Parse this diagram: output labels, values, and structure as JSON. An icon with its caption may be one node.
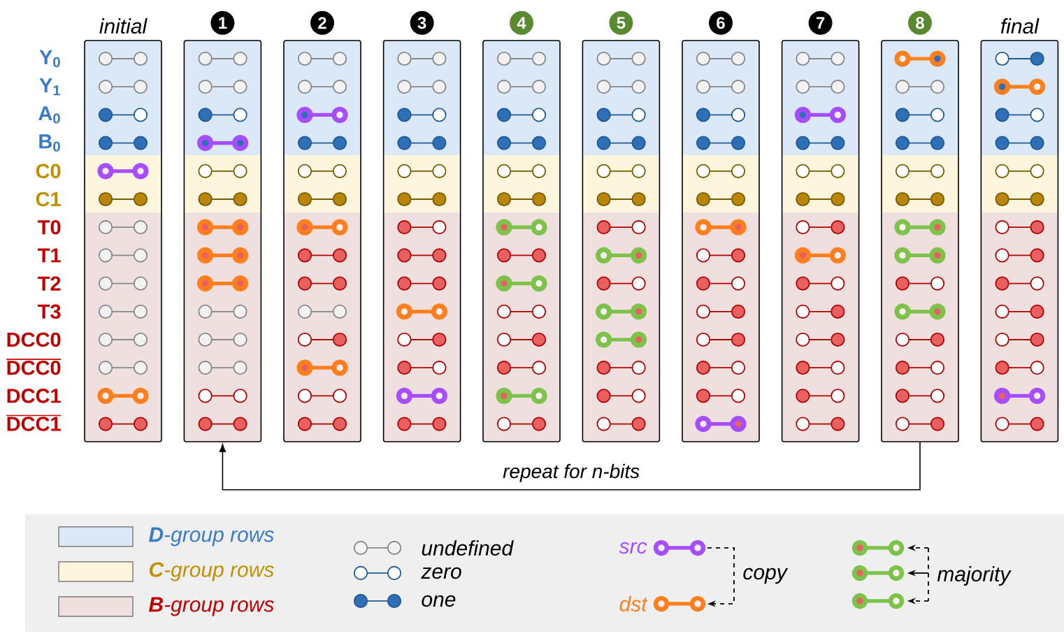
{
  "diagram": {
    "nodes": [
      {
        "text": [
          "initial"
        ]
      },
      {
        "text": [
          "1"
        ]
      },
      {
        "text": [
          "2"
        ]
      },
      {
        "text": [
          "3"
        ]
      },
      {
        "text": [
          "4"
        ]
      },
      {
        "text": [
          "5"
        ]
      },
      {
        "text": [
          "6"
        ]
      },
      {
        "text": [
          "7"
        ]
      },
      {
        "text": [
          "8"
        ]
      },
      {
        "text": [
          "final"
        ]
      }
    ],
    "edges": [
      {
        "from": 8,
        "to": 1,
        "arrow": "to",
        "label": "repeat for n-bits"
      }
    ],
    "labels": [
      "Y$_{0}$",
      "Y$_{1}$",
      "A$_{0}$",
      "B$_{0}$",
      "C0",
      "C1",
      "T0",
      "T1",
      "T2",
      "T3",
      "DCC0",
      "DCC0",
      "DCC1",
      "DCC1"
    ],
    "legend": [
      {
        "text": "**D**-group rows",
        "color": "#dae8f7"
      },
      {
        "text": "**C**-group rows",
        "color": "#fdf5dc"
      },
      {
        "text": "**B**-group rows",
        "color": "#f0dfdf"
      },
      {
        "text": "undefined"
      },
      {
        "text": "zero"
      },
      {
        "text": "one"
      },
      {
        "text": "src"
      },
      {
        "text": "dst"
      },
      {
        "text": "copy"
      },
      {
        "text": "majority"
      }
    ]
  }
}
